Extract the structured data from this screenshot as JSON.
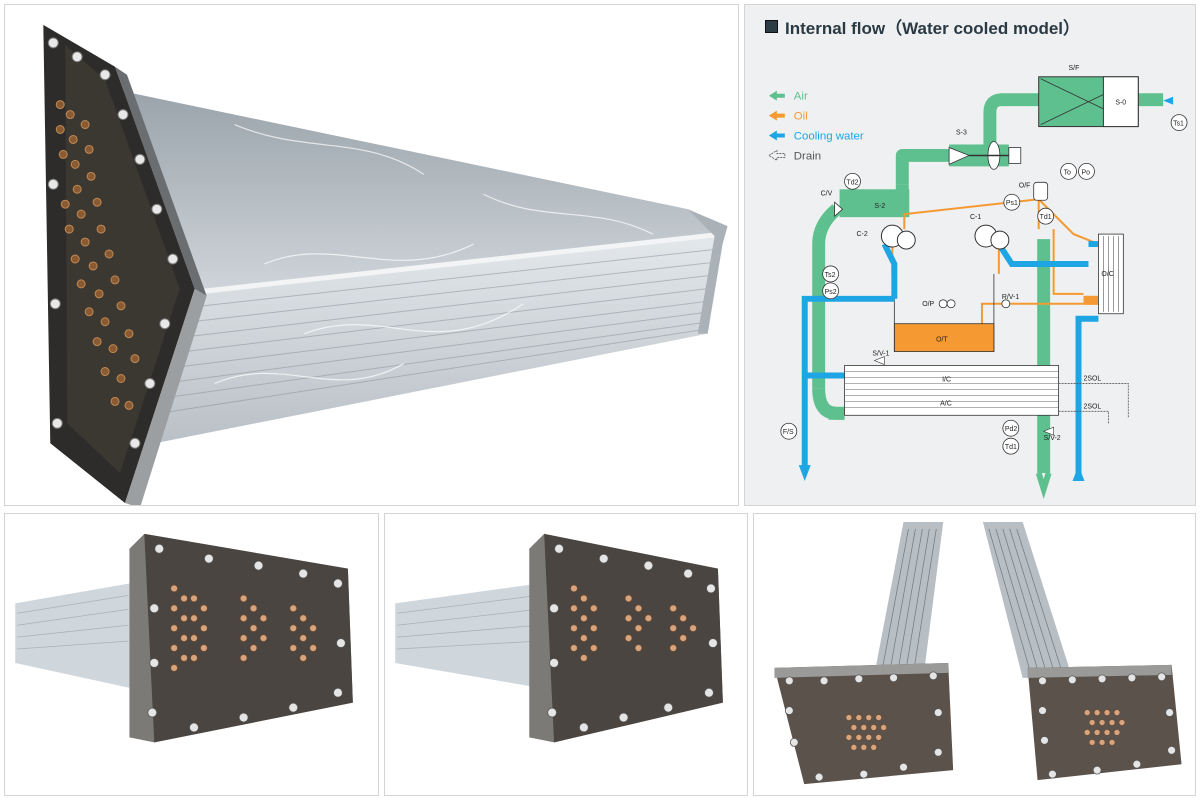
{
  "diagram": {
    "title": "Internal flow（Water cooled model）",
    "legend": [
      {
        "label": "Air",
        "color": "#5ec08e"
      },
      {
        "label": "Oil",
        "color": "#f59a32"
      },
      {
        "label": "Cooling water",
        "color": "#1ea6e4"
      },
      {
        "label": "Drain",
        "color": "#555555"
      }
    ],
    "labels": {
      "sf": "S/F",
      "s0": "S-0",
      "ts1": "Ts1",
      "s3": "S-3",
      "to": "To",
      "po": "Po",
      "cv": "C/V",
      "td2": "Td2",
      "s2": "S-2",
      "of": "O/F",
      "ps1": "Ps1",
      "c2": "C-2",
      "c1": "C-1",
      "td1_top": "Td1",
      "ts2": "Ts2",
      "ps2": "Ps2",
      "oc": "O/C",
      "op": "O/P",
      "rv1": "R/V-1",
      "ot": "O/T",
      "sv1": "S/V-1",
      "ic": "I/C",
      "ac": "A/C",
      "sol1": "2SOL",
      "sol2": "2SOL",
      "fs": "F/S",
      "pd2": "Pd2",
      "td1_bottom": "Td1",
      "sv2": "S/V-2"
    }
  }
}
